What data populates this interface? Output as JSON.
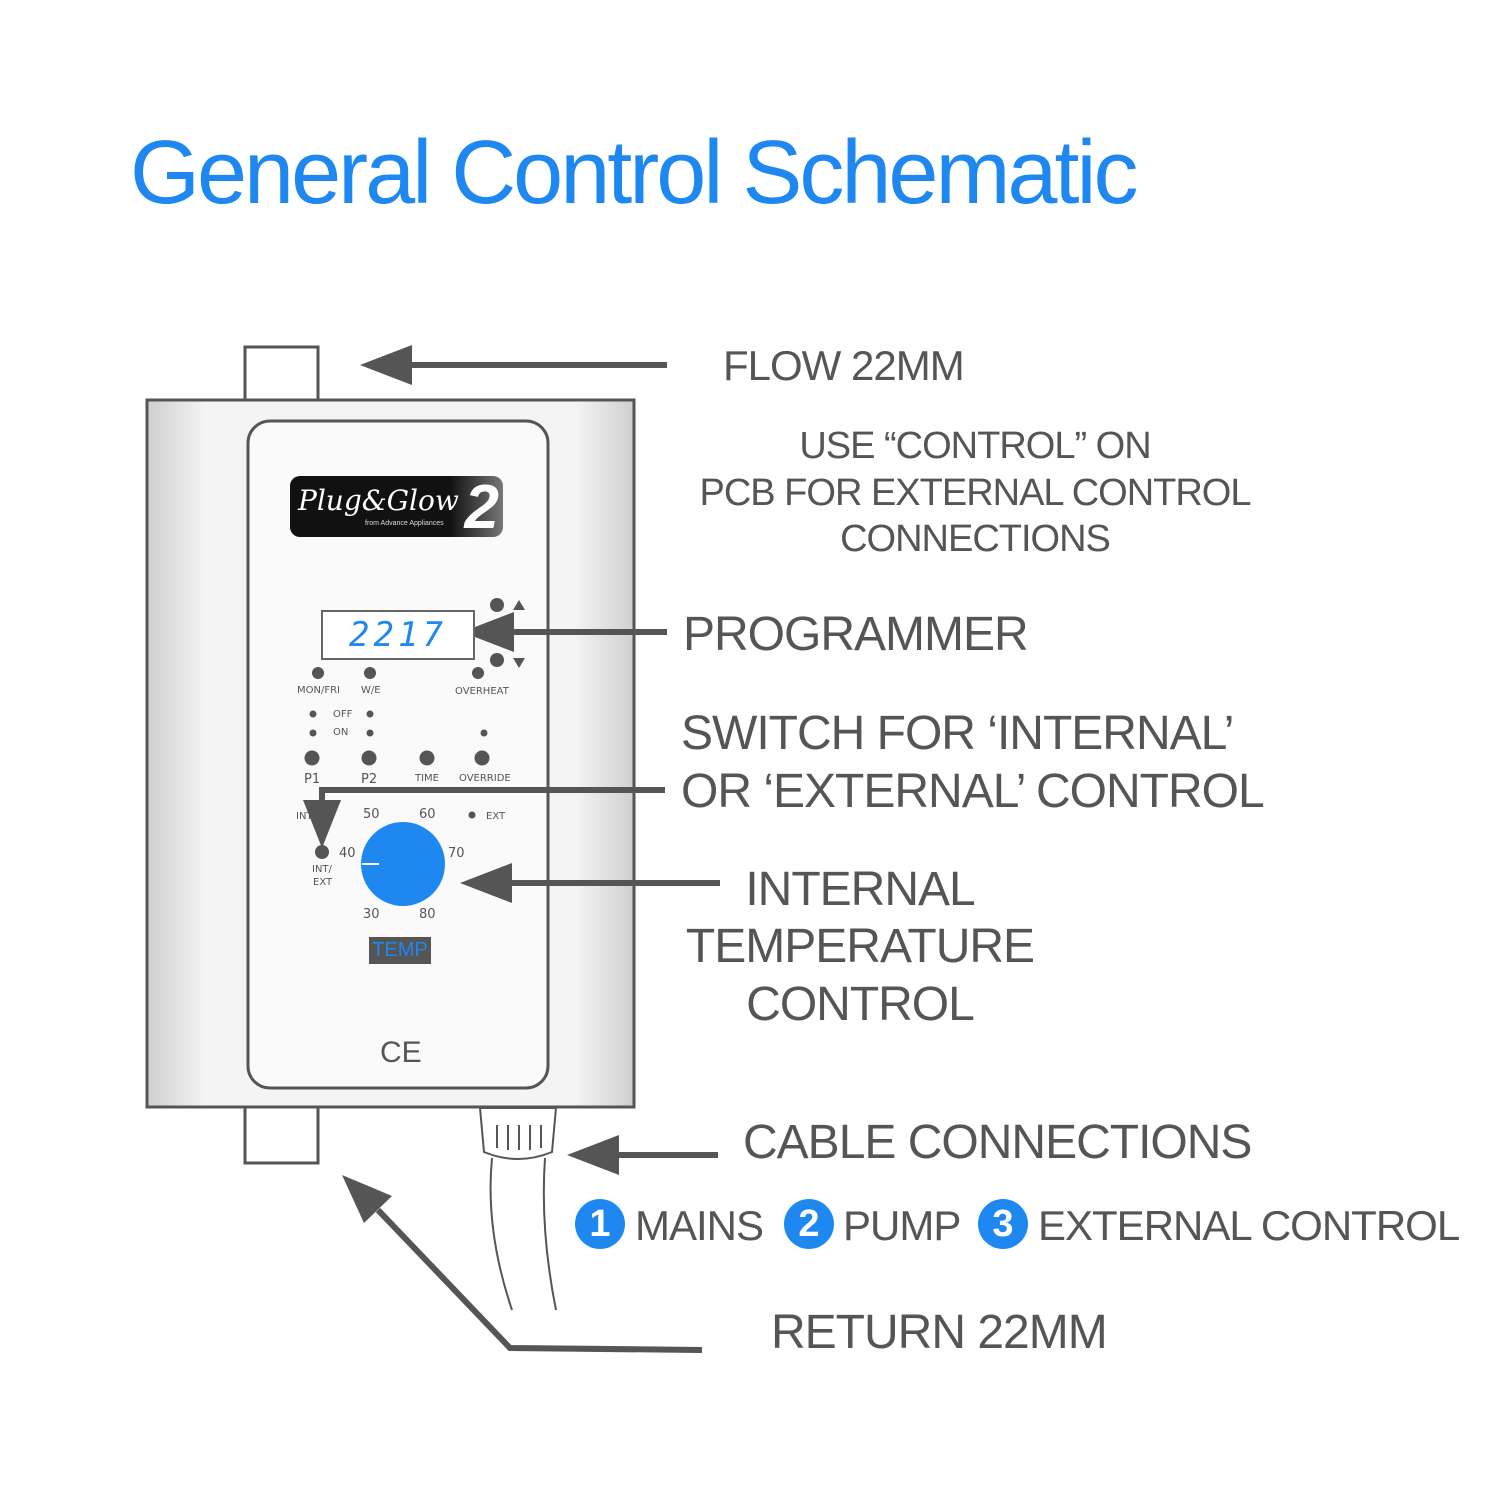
{
  "title": "General Control Schematic",
  "labels": {
    "flow": "FLOW 22MM",
    "control_note": [
      "USE “CONTROL” ON",
      "PCB FOR EXTERNAL CONTROL",
      "CONNECTIONS"
    ],
    "programmer": "PROGRAMMER",
    "switch": [
      "SWITCH FOR ‘INTERNAL’",
      "OR ‘EXTERNAL’ CONTROL"
    ],
    "temperature": [
      "INTERNAL",
      "TEMPERATURE",
      "CONTROL"
    ],
    "cable": "CABLE CONNECTIONS",
    "return": "RETURN 22MM"
  },
  "cable_items": [
    {
      "number": "1",
      "label": "MAINS"
    },
    {
      "number": "2",
      "label": "PUMP"
    },
    {
      "number": "3",
      "label": "EXTERNAL CONTROL"
    }
  ],
  "device": {
    "logo": "Plug&Glow",
    "logo_number": "2",
    "logo_sub": "from Advance Appliances",
    "display": "2217",
    "leds": [
      "MON/FRI",
      "W/E",
      "OVERHEAT"
    ],
    "off": "OFF",
    "on": "ON",
    "buttons": [
      "P1",
      "P2",
      "TIME",
      "OVERRIDE"
    ],
    "int": "INT",
    "ext": "EXT",
    "int_ext": [
      "INT/",
      "EXT"
    ],
    "dial_scale": [
      "30",
      "40",
      "50",
      "60",
      "70",
      "80"
    ],
    "temp_label": "TEMP",
    "ce_mark": "CE"
  },
  "colors": {
    "accent": "#1e88f0",
    "line": "#555555"
  }
}
